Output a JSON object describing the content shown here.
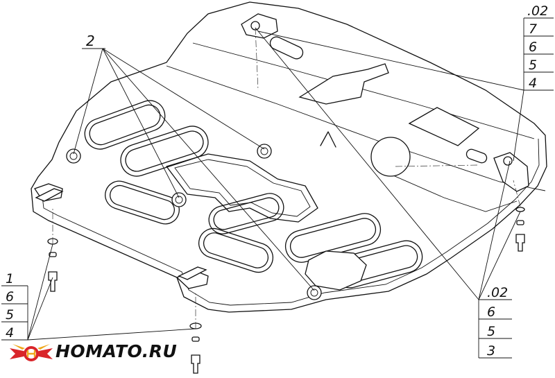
{
  "callouts": {
    "top_left": {
      "label": "2"
    },
    "top_right": {
      "items": [
        ".02",
        "7",
        "6",
        "5",
        "4"
      ]
    },
    "bottom_left": {
      "items": [
        "1",
        "6",
        "5",
        "4"
      ]
    },
    "bottom_right": {
      "items": [
        ".02",
        "6",
        "5",
        "3"
      ]
    }
  },
  "brand": {
    "name": "HOMATO.RU"
  },
  "colors": {
    "line": "#111111",
    "logo_red": "#d9252a",
    "logo_gold": "#f0a81c",
    "background": "#ffffff"
  }
}
